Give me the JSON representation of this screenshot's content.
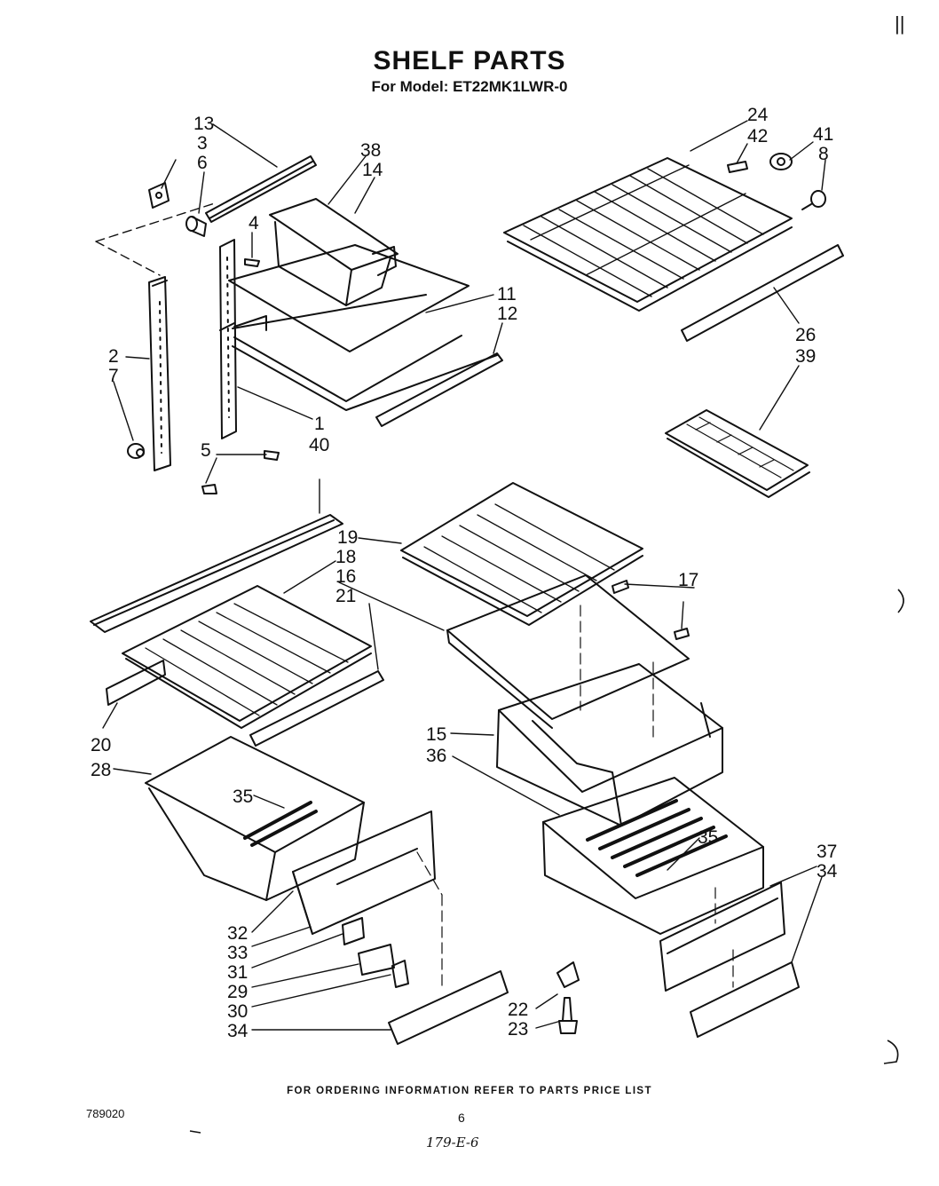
{
  "title": "SHELF PARTS",
  "subtitle": "For Model: ET22MK1LWR-0",
  "footer": "FOR ORDERING INFORMATION REFER TO PARTS PRICE LIST",
  "doc_number": "789020",
  "page_number": "6",
  "handwritten_note": "179-E-6",
  "corner_mark": "||",
  "callouts": [
    "13",
    "3",
    "6",
    "38",
    "14",
    "4",
    "2",
    "7",
    "5",
    "1",
    "40",
    "11",
    "12",
    "24",
    "42",
    "41",
    "8",
    "26",
    "39",
    "19",
    "18",
    "16",
    "21",
    "17",
    "20",
    "28",
    "35",
    "15",
    "36",
    "35",
    "37",
    "34",
    "32",
    "33",
    "31",
    "29",
    "30",
    "34",
    "22",
    "23"
  ]
}
